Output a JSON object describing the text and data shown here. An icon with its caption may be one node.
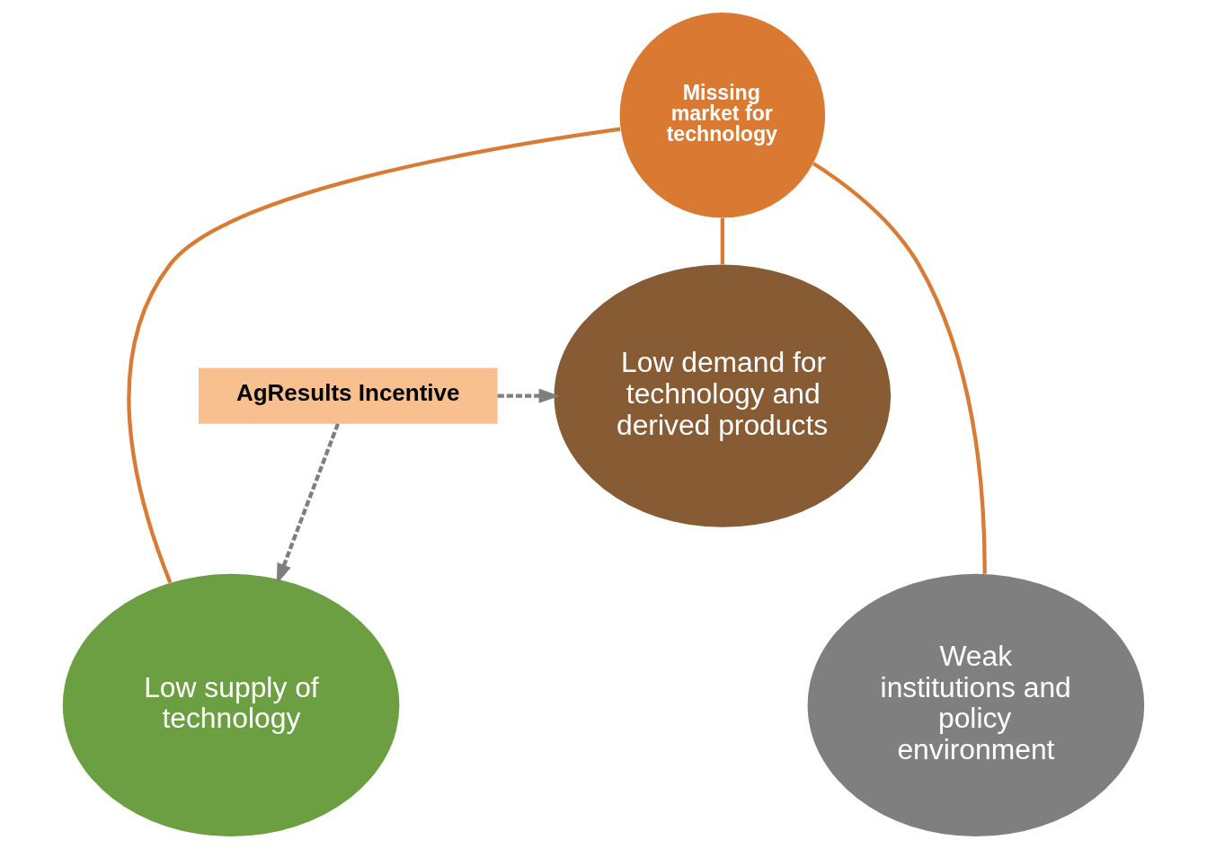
{
  "diagram": {
    "nodes": [
      {
        "text": [
          "Low demand for technology and derived products"
        ]
      },
      {
        "text": [
          "AgResults Incentive"
        ]
      },
      {
        "text": [
          "Missing market for technology"
        ]
      },
      {
        "text": [
          "Low supply of technology"
        ]
      },
      {
        "text": [
          "Weak institutions and policy environment"
        ]
      }
    ],
    "edges": [
      {
        "from": 1,
        "to": 0,
        "arrow": "to",
        "style": "dashed",
        "color": "#7f7f7f"
      },
      {
        "from": 1,
        "to": 3,
        "arrow": "to",
        "style": "dashed",
        "color": "#7f7f7f"
      },
      {
        "from": 2,
        "to": 0,
        "arrow": "none"
      },
      {
        "from": 2,
        "to": 3,
        "arrow": "none"
      },
      {
        "from": 2,
        "to": 4,
        "arrow": "none"
      }
    ]
  }
}
